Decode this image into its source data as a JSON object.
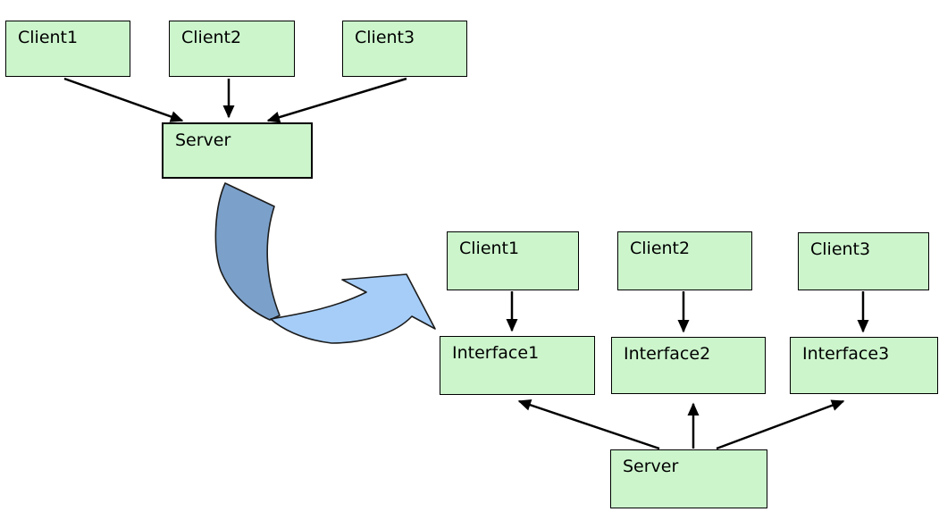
{
  "colors": {
    "background": "#ffffff",
    "node_fill": "#ccf5cc",
    "node_border": "#000000",
    "edge_color": "#000000",
    "transition_arrow_dark": "#7ba1cb",
    "transition_arrow_light": "#a5cdf8"
  },
  "before": {
    "nodes": [
      {
        "id": "client1",
        "label": "Client1"
      },
      {
        "id": "client2",
        "label": "Client2"
      },
      {
        "id": "client3",
        "label": "Client3"
      },
      {
        "id": "server",
        "label": "Server"
      }
    ],
    "edges": [
      {
        "from": "client1",
        "to": "server"
      },
      {
        "from": "client2",
        "to": "server"
      },
      {
        "from": "client3",
        "to": "server"
      }
    ]
  },
  "after": {
    "nodes": [
      {
        "id": "client1",
        "label": "Client1"
      },
      {
        "id": "client2",
        "label": "Client2"
      },
      {
        "id": "client3",
        "label": "Client3"
      },
      {
        "id": "interface1",
        "label": "Interface1"
      },
      {
        "id": "interface2",
        "label": "Interface2"
      },
      {
        "id": "interface3",
        "label": "Interface3"
      },
      {
        "id": "server",
        "label": "Server"
      }
    ],
    "edges": [
      {
        "from": "client1",
        "to": "interface1"
      },
      {
        "from": "client2",
        "to": "interface2"
      },
      {
        "from": "client3",
        "to": "interface3"
      },
      {
        "from": "server",
        "to": "interface1"
      },
      {
        "from": "server",
        "to": "interface2"
      },
      {
        "from": "server",
        "to": "interface3"
      }
    ]
  },
  "transition_arrow": {
    "icon": "curved-arrow-icon",
    "direction": "left-to-right"
  }
}
